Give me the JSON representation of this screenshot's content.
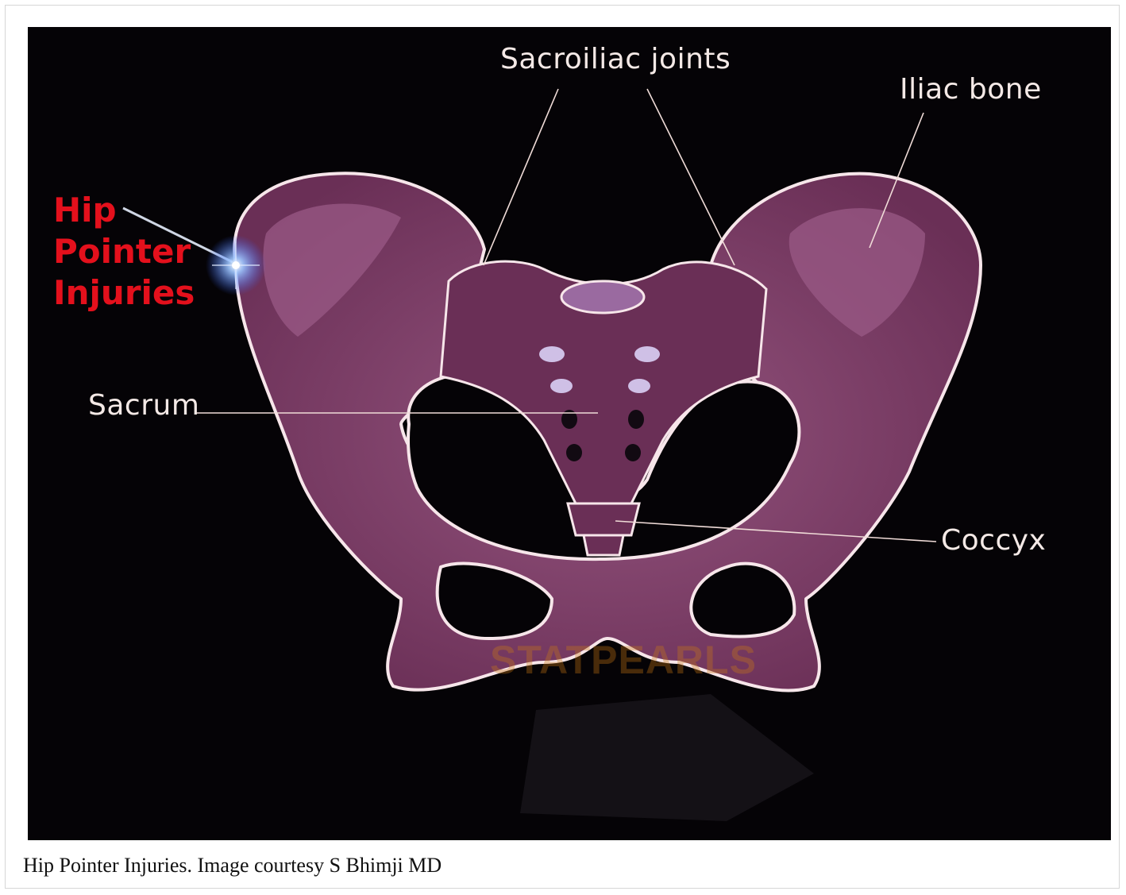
{
  "figure": {
    "labels": {
      "hip_pointer": "Hip\nPointer\nInjuries",
      "sacroiliac": "Sacroiliac joints",
      "iliac": "Iliac bone",
      "sacrum": "Sacrum",
      "coccyx": "Coccyx"
    },
    "watermark": "STATPEARLS"
  },
  "caption": "Hip Pointer Injuries. Image courtesy S Bhimji MD",
  "colors": {
    "background": "#050306",
    "bone": "#7a3a64",
    "bone_light": "#9a5a86",
    "outline": "#f7e6ea",
    "label_text": "#f4e9e6",
    "highlight_label": "#e4101c"
  }
}
